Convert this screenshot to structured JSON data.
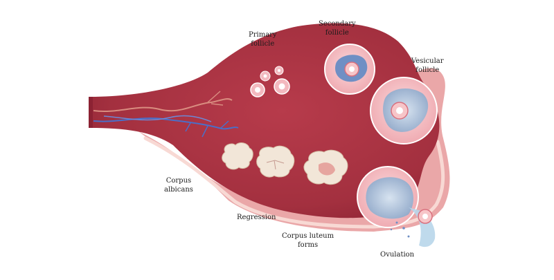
{
  "labels": {
    "primary_follicle": [
      "Primary",
      "follicle"
    ],
    "secondary_follicle": [
      "Secondary",
      "follicle"
    ],
    "vesicular_follicle": [
      "Vesicular",
      "follicle"
    ],
    "corpus_albicans": [
      "Corpus",
      "albicans"
    ],
    "regression": "Regression",
    "corpus_luteum_forms": [
      "Corpus luteum",
      "forms"
    ],
    "ovulation": "Ovulation"
  },
  "colors": {
    "ovary_body": "#a8303f",
    "ovary_dark": "#8c2233",
    "outer_membrane": "#e9a8a8",
    "membrane_light": "#f6d2cf",
    "follicle_fill": "#f4bcc0",
    "antrum": "#a9bdd7",
    "corpus_fill": "#f2e6d8",
    "vein": "#4a6fc9",
    "artery": "#d98d80",
    "fluid": "#b8d6ea"
  },
  "icons": [
    "ovary-illustration",
    "follicle-icon",
    "oocyte-icon",
    "corpus-albicans-icon",
    "corpus-luteum-icon",
    "blood-vessel-icon"
  ]
}
